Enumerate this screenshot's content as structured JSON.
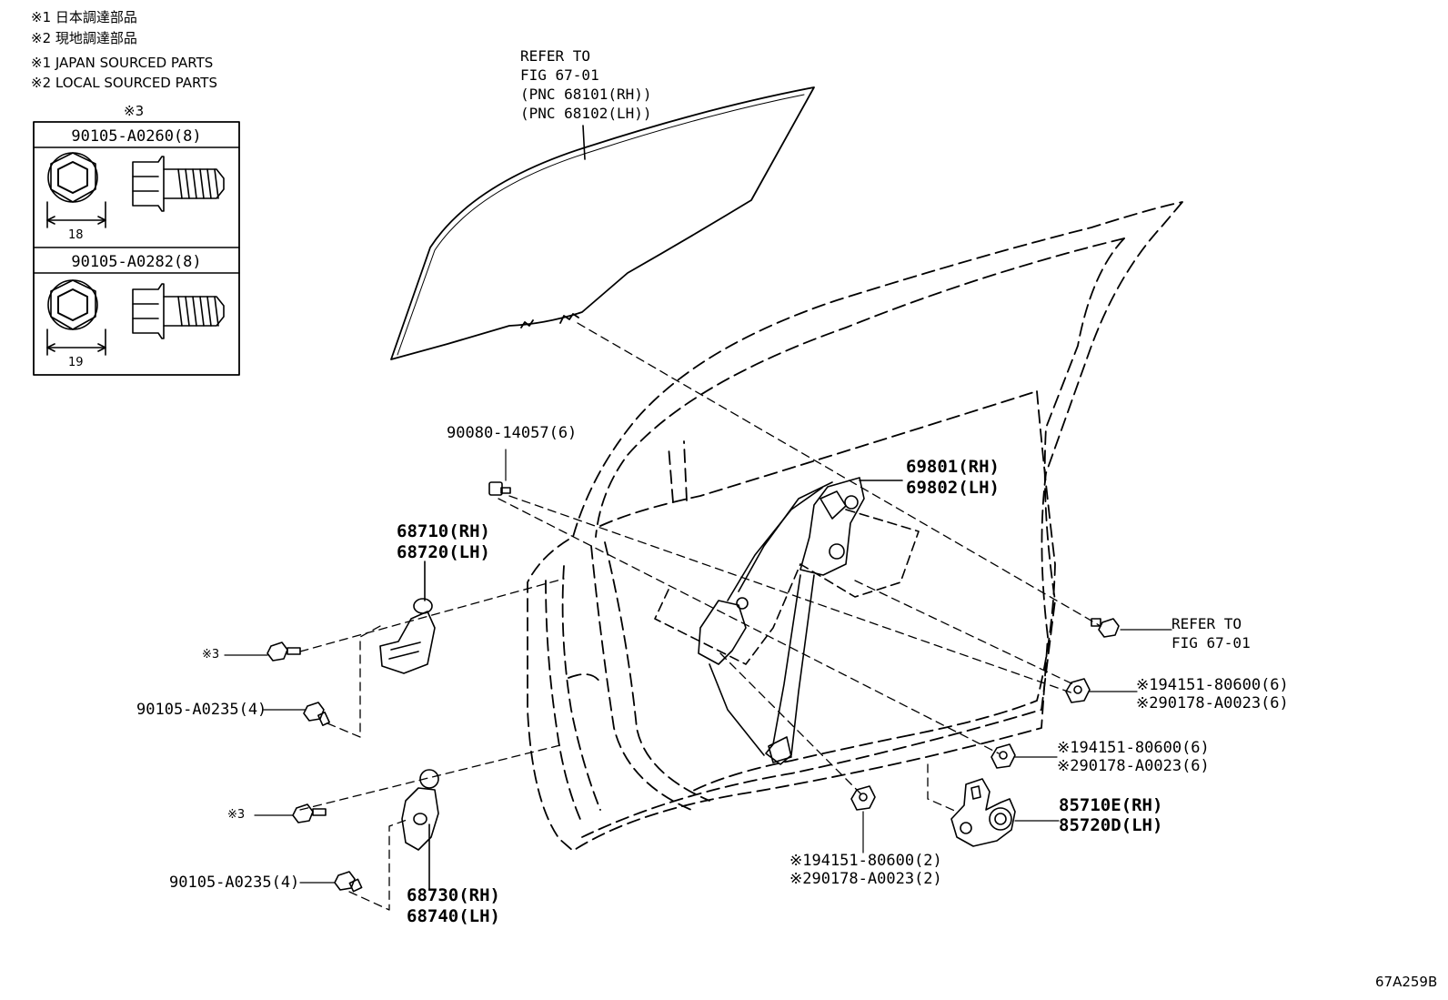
{
  "legend": {
    "line1": "※1 日本調達部品",
    "line2": "※2 現地調達部品",
    "line3": "※1 JAPAN SOURCED PARTS",
    "line4": "※2 LOCAL SOURCED PARTS"
  },
  "bolt_table": {
    "marker": "※3",
    "row1": {
      "part": "90105-A0260(8)",
      "dimension": "18"
    },
    "row2": {
      "part": "90105-A0282(8)",
      "dimension": "19"
    }
  },
  "callouts": {
    "glass_ref": [
      "REFER TO",
      "FIG 67-01",
      "(PNC 68101(RH))",
      "(PNC 68102(LH))"
    ],
    "bolt_top": "90080-14057(6)",
    "regulator": [
      "69801(RH)",
      "69802(LH)"
    ],
    "upper_hinge": [
      "68710(RH)",
      "68720(LH)"
    ],
    "fig_ref": [
      "REFER TO",
      "FIG 67-01"
    ],
    "nut_right_1": [
      "※194151-80600(6)",
      "※290178-A0023(6)"
    ],
    "nut_right_2": [
      "※194151-80600(6)",
      "※290178-A0023(6)"
    ],
    "ref3_top": "※3",
    "bolt_upper_hinge": "90105-A0235(4)",
    "motor": [
      "85710E(RH)",
      "85720D(LH)"
    ],
    "ref3_bottom": "※3",
    "nut_bottom": [
      "※194151-80600(2)",
      "※290178-A0023(2)"
    ],
    "bolt_lower_hinge": "90105-A0235(4)",
    "lower_hinge": [
      "68730(RH)",
      "68740(LH)"
    ]
  },
  "figure_code": "67A259B"
}
